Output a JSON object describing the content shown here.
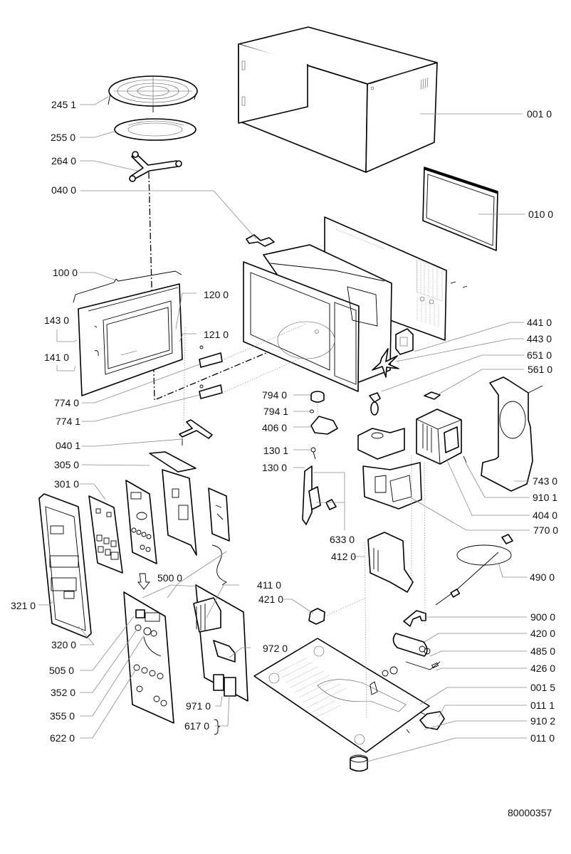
{
  "diagram": {
    "title": "Microwave oven exploded parts view",
    "document_number": "80000357",
    "line_color": "#000000",
    "leader_color": "#8a8a8a",
    "background": "#ffffff"
  },
  "callouts": [
    {
      "id": "2451",
      "label": "245 1",
      "part": "turntable rack",
      "side": "left"
    },
    {
      "id": "2550",
      "label": "255 0",
      "part": "glass turntable plate",
      "side": "left"
    },
    {
      "id": "2640",
      "label": "264 0",
      "part": "turntable roller support",
      "side": "left"
    },
    {
      "id": "0400",
      "label": "040 0",
      "part": "bracket",
      "side": "left"
    },
    {
      "id": "1000",
      "label": "100 0",
      "part": "door assembly",
      "side": "left"
    },
    {
      "id": "1430",
      "label": "143 0",
      "part": "door part",
      "side": "left"
    },
    {
      "id": "1410",
      "label": "141 0",
      "part": "door part",
      "side": "left"
    },
    {
      "id": "1200",
      "label": "120 0",
      "part": "door window",
      "side": "left"
    },
    {
      "id": "1210",
      "label": "121 0",
      "part": "door frame",
      "side": "left"
    },
    {
      "id": "7740",
      "label": "774 0",
      "part": "hinge plate",
      "side": "left"
    },
    {
      "id": "7741",
      "label": "774 1",
      "part": "hinge plate",
      "side": "left"
    },
    {
      "id": "0401",
      "label": "040 1",
      "part": "bracket",
      "side": "left"
    },
    {
      "id": "3050",
      "label": "305 0",
      "part": "control panel frame",
      "side": "left"
    },
    {
      "id": "3010",
      "label": "301 0",
      "part": "keypad",
      "side": "left"
    },
    {
      "id": "3210",
      "label": "321 0",
      "part": "control panel front",
      "side": "left"
    },
    {
      "id": "3200",
      "label": "320 0",
      "part": "control panel",
      "side": "left"
    },
    {
      "id": "5000",
      "label": "500 0",
      "part": "electronic module",
      "side": "center"
    },
    {
      "id": "4110",
      "label": "411 0",
      "part": "relay",
      "side": "center"
    },
    {
      "id": "4210",
      "label": "421 0",
      "part": "fuse",
      "side": "center"
    },
    {
      "id": "9720",
      "label": "972 0",
      "part": "connector",
      "side": "center"
    },
    {
      "id": "5050",
      "label": "505 0",
      "part": "display",
      "side": "left"
    },
    {
      "id": "3520",
      "label": "352 0",
      "part": "button",
      "side": "left"
    },
    {
      "id": "3550",
      "label": "355 0",
      "part": "button",
      "side": "left"
    },
    {
      "id": "6220",
      "label": "622 0",
      "part": "circuit board",
      "side": "left"
    },
    {
      "id": "9710",
      "label": "971 0",
      "part": "relay",
      "side": "center"
    },
    {
      "id": "6170",
      "label": "617 0",
      "part": "relays",
      "side": "center"
    },
    {
      "id": "0010",
      "label": "001 0",
      "part": "outer casing",
      "side": "right"
    },
    {
      "id": "0100",
      "label": "010 0",
      "part": "back panel frame",
      "side": "right"
    },
    {
      "id": "7940",
      "label": "794 0",
      "part": "coupler",
      "side": "center"
    },
    {
      "id": "7941",
      "label": "794 1",
      "part": "washer",
      "side": "center"
    },
    {
      "id": "4060",
      "label": "406 0",
      "part": "turntable motor",
      "side": "center"
    },
    {
      "id": "1301",
      "label": "130 1",
      "part": "pin",
      "side": "center"
    },
    {
      "id": "1300",
      "label": "130 0",
      "part": "switch holder",
      "side": "center"
    },
    {
      "id": "6330",
      "label": "633 0",
      "part": "microswitches",
      "side": "center"
    },
    {
      "id": "4120",
      "label": "412 0",
      "part": "transformer",
      "side": "center"
    },
    {
      "id": "4410",
      "label": "441 0",
      "part": "fan motor",
      "side": "right"
    },
    {
      "id": "4430",
      "label": "443 0",
      "part": "fan blade",
      "side": "right"
    },
    {
      "id": "6510",
      "label": "651 0",
      "part": "lamp",
      "side": "right"
    },
    {
      "id": "5610",
      "label": "561 0",
      "part": "thermostat",
      "side": "right"
    },
    {
      "id": "7430",
      "label": "743 0",
      "part": "air duct",
      "side": "right"
    },
    {
      "id": "9101",
      "label": "910 1",
      "part": "screw",
      "side": "right"
    },
    {
      "id": "4040",
      "label": "404 0",
      "part": "magnetron",
      "side": "right"
    },
    {
      "id": "7700",
      "label": "770 0",
      "part": "air guide",
      "side": "right"
    },
    {
      "id": "4900",
      "label": "490 0",
      "part": "power cord",
      "side": "right"
    },
    {
      "id": "9000",
      "label": "900 0",
      "part": "capacitor bracket",
      "side": "right"
    },
    {
      "id": "4200",
      "label": "420 0",
      "part": "capacitor",
      "side": "right"
    },
    {
      "id": "4850",
      "label": "485 0",
      "part": "diode",
      "side": "right"
    },
    {
      "id": "4260",
      "label": "426 0",
      "part": "fuse",
      "side": "right"
    },
    {
      "id": "0015",
      "label": "001 5",
      "part": "base plate",
      "side": "right"
    },
    {
      "id": "0111",
      "label": "011 1",
      "part": "foot bracket",
      "side": "right"
    },
    {
      "id": "9102",
      "label": "910 2",
      "part": "screw",
      "side": "right"
    },
    {
      "id": "0110",
      "label": "011 0",
      "part": "foot",
      "side": "right"
    }
  ]
}
